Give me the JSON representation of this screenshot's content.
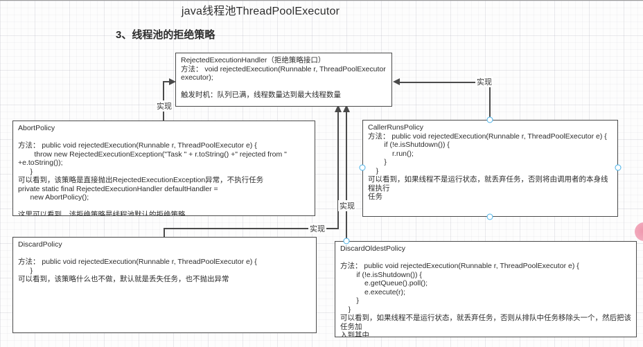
{
  "canvas": {
    "title": "java线程池ThreadPoolExecutor",
    "section_heading": "3、线程池的拒绝策略",
    "edge_label": "实现",
    "node_border_color": "#4a4a4a",
    "selection_handle_color": "#49b2e8",
    "pink_marker_color": "#f2a9bc"
  },
  "nodes": {
    "handler": {
      "name": "RejectedExecutionHandler",
      "body": "RejectedExecutionHandler（拒绝策略接口）\n方法： void rejectedExecution(Runnable r, ThreadPoolExecutor\nexecutor);\n\n触发时机：队列已满，线程数量达到最大线程数量"
    },
    "abort": {
      "name": "AbortPolicy",
      "body": "AbortPolicy\n\n方法： public void rejectedExecution(Runnable r, ThreadPoolExecutor e) {\n        throw new RejectedExecutionException(\"Task \" + r.toString() +\" rejected from \"\n+e.toString());\n      }\n可以看到，该策略是直接抛出RejectedExecutionException异常，不执行任务\nprivate static final RejectedExecutionHandler defaultHandler =\n      new AbortPolicy();\n\n这里可以看到，该拒绝策略是线程池默认的拒绝策略"
    },
    "caller_runs": {
      "name": "CallerRunsPolicy",
      "body": "CallerRunsPolicy\n方法： public void rejectedExecution(Runnable r, ThreadPoolExecutor e) {\n        if (!e.isShutdown()) {\n            r.run();\n        }\n    }\n可以看到，如果线程不是运行状态，就丢弃任务，否则将由调用者的本身线程执行\n任务"
    },
    "discard": {
      "name": "DiscardPolicy",
      "body": "DiscardPolicy\n\n方法： public void rejectedExecution(Runnable r, ThreadPoolExecutor e) {\n      }\n可以看到，该策略什么也不做，默认就是丢失任务，也不抛出异常"
    },
    "discard_oldest": {
      "name": "DiscardOldestPolicy",
      "body": "DiscardOldestPolicy\n\n方法： public void rejectedExecution(Runnable r, ThreadPoolExecutor e) {\n        if (!e.isShutdown()) {\n            e.getQueue().poll();\n            e.execute(r);\n        }\n    }\n可以看到，如果线程不是运行状态，就丢弃任务，否则从排队中任务移除头一个，然后把该任务加\n入到其中"
    }
  }
}
